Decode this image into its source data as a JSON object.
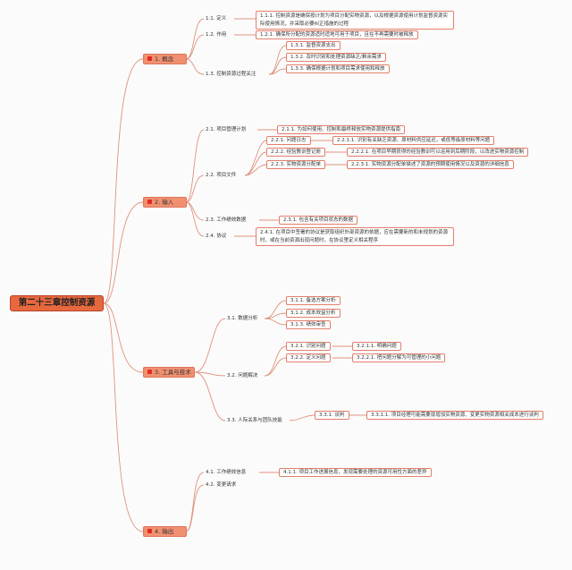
{
  "root": "第二十三章控制资源",
  "branches": {
    "b1": {
      "title": "1. 概念",
      "n11": "1.1. 定义",
      "n111": "1.1.1. 控制资源是确保按计划为项目分配实物资源，以及根据资源使用计划监督资源实际使用情况，并采取必要纠正措施的过程",
      "n12": "1.2. 作用",
      "n121": "1.2.1. 确保所分配的资源适时适地可用于项目，且在不再需要时被释放",
      "n13": "1.3. 控制资源过程关注",
      "n131": "1.3.1. 监督资源支出",
      "n132": "1.3.2. 及时识别和处理资源缺乏/剩余需求",
      "n133": "1.3.3. 确保根据计划和项目需求使用和释放"
    },
    "b2": {
      "title": "2. 输入",
      "n21": "2.1. 项目管理计划",
      "n211": "2.1.1. 为如何使用、控制和最终释放实物资源提供指南",
      "n22": "2.2. 项目文件",
      "n221": "2.2.1. 问题日志",
      "n2211": "2.2.1.1. 识别有关缺乏资源、原材料供应延迟，或低等级原材料等问题",
      "n222": "2.2.2. 经验教训登记册",
      "n2221": "2.2.2.1. 在项目早期获得的经验教训可以运用到后期阶段，以改进实物资源控制",
      "n223": "2.2.3. 实物资源分配单",
      "n2231": "2.2.3.1. 实物资源分配单描述了资源的预期使用情况以及资源的详细信息",
      "n23": "2.3. 工作绩效数据",
      "n231": "2.3.1. 包含有关项目状态的数据",
      "n24": "2.4. 协议",
      "n241": "2.4.1. 在项目中签署的协议是获取组织外部资源的依据，应在需要新的和未规划的资源时，或在当前资源出现问题时，在协议里定义相关程序"
    },
    "b3": {
      "title": "3. 工具与技术",
      "n31": "3.1. 数据分析",
      "n311": "3.1.1. 备选方案分析",
      "n312": "3.1.2. 成本效益分析",
      "n313": "3.1.3. 绩效审查",
      "n32": "3.2. 问题解决",
      "n321": "3.2.1. 识别问题",
      "n3211": "3.2.1.1. 明确问题",
      "n322": "3.2.2. 定义问题",
      "n3221": "3.2.2.1. 把问题分解为可管理的小问题",
      "n33": "3.3. 人际关系与团队技能",
      "n331": "3.3.1. 谈判",
      "n3311": "3.3.1.1. 项目经理可能需要就增加实物资源、变更实物资源相关成本进行谈判"
    },
    "b4": {
      "title": "4. 输出",
      "n41": "4.1. 工作绩效信息",
      "n411": "4.1.1. 项目工作进展信息，发现需要处理的资源可用性方面的差异",
      "n42": "4.2. 变更请求"
    }
  },
  "colors": {
    "accent": "#e8683e",
    "branch_fill": "#f19071",
    "line": "#e0937f",
    "marker": "#e12b22"
  }
}
